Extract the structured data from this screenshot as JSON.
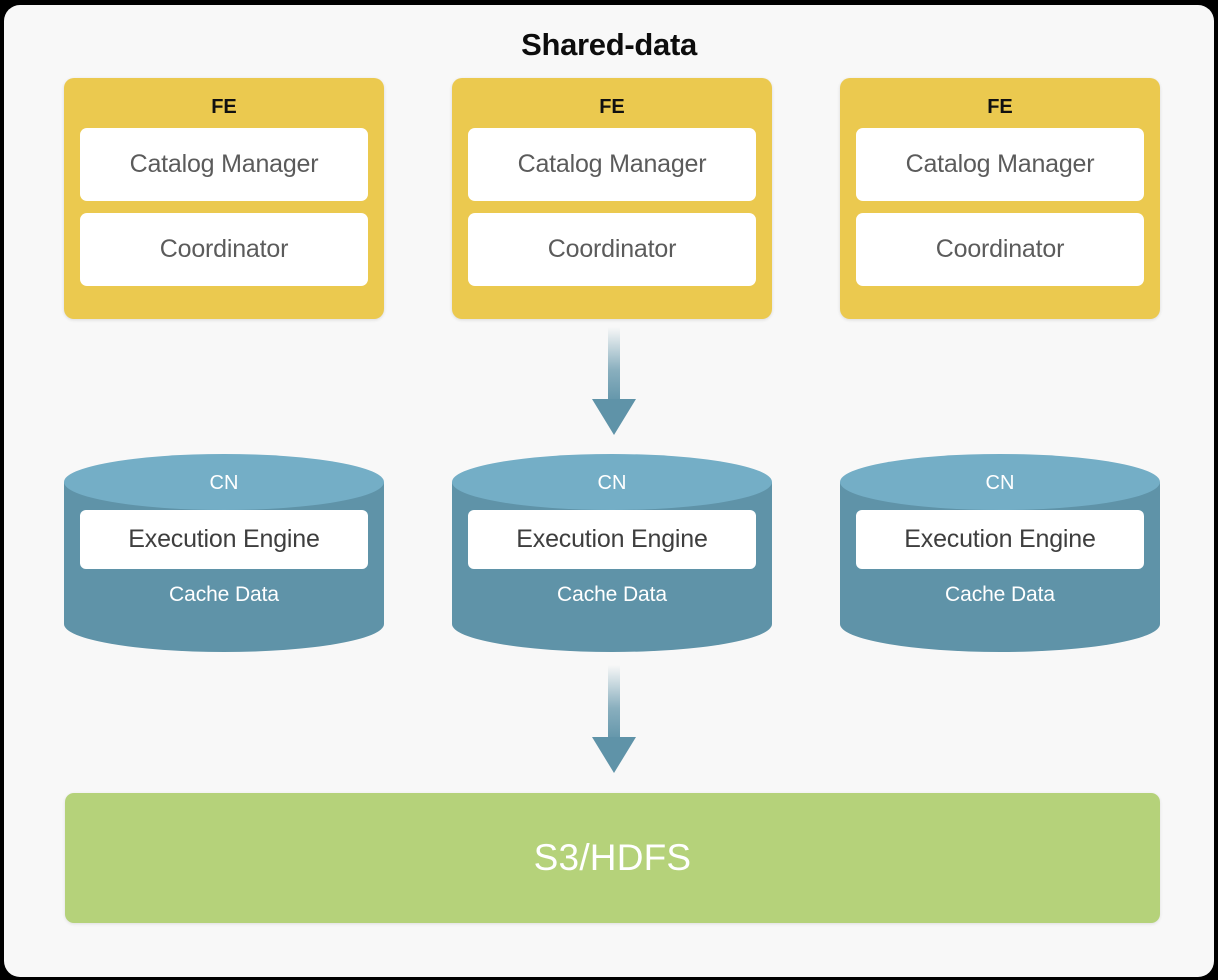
{
  "diagram": {
    "title": "Shared-data",
    "background_color": "#F8F8F8",
    "frame_color": "#000000"
  },
  "colors": {
    "fe_fill": "#EBC94F",
    "cn_body": "#5F93A8",
    "cn_cap": "#74AEC6",
    "storage_fill": "#B5D27A",
    "sub_box_fill": "#FFFFFF",
    "arrow": "#5F93A8",
    "title_text": "#0D0D0D"
  },
  "fe_tier": {
    "nodes": [
      {
        "title": "FE",
        "components": [
          "Catalog Manager",
          "Coordinator"
        ]
      },
      {
        "title": "FE",
        "components": [
          "Catalog Manager",
          "Coordinator"
        ]
      },
      {
        "title": "FE",
        "components": [
          "Catalog Manager",
          "Coordinator"
        ]
      }
    ]
  },
  "cn_tier": {
    "nodes": [
      {
        "title": "CN",
        "engine": "Execution Engine",
        "cache": "Cache Data"
      },
      {
        "title": "CN",
        "engine": "Execution Engine",
        "cache": "Cache Data"
      },
      {
        "title": "CN",
        "engine": "Execution Engine",
        "cache": "Cache Data"
      }
    ]
  },
  "storage_tier": {
    "label": "S3/HDFS"
  },
  "arrows": [
    {
      "name": "fe-to-cn-arrow",
      "direction": "down",
      "from": "FE",
      "to": "CN"
    },
    {
      "name": "cn-to-storage-arrow",
      "direction": "down",
      "from": "CN",
      "to": "S3/HDFS"
    }
  ]
}
